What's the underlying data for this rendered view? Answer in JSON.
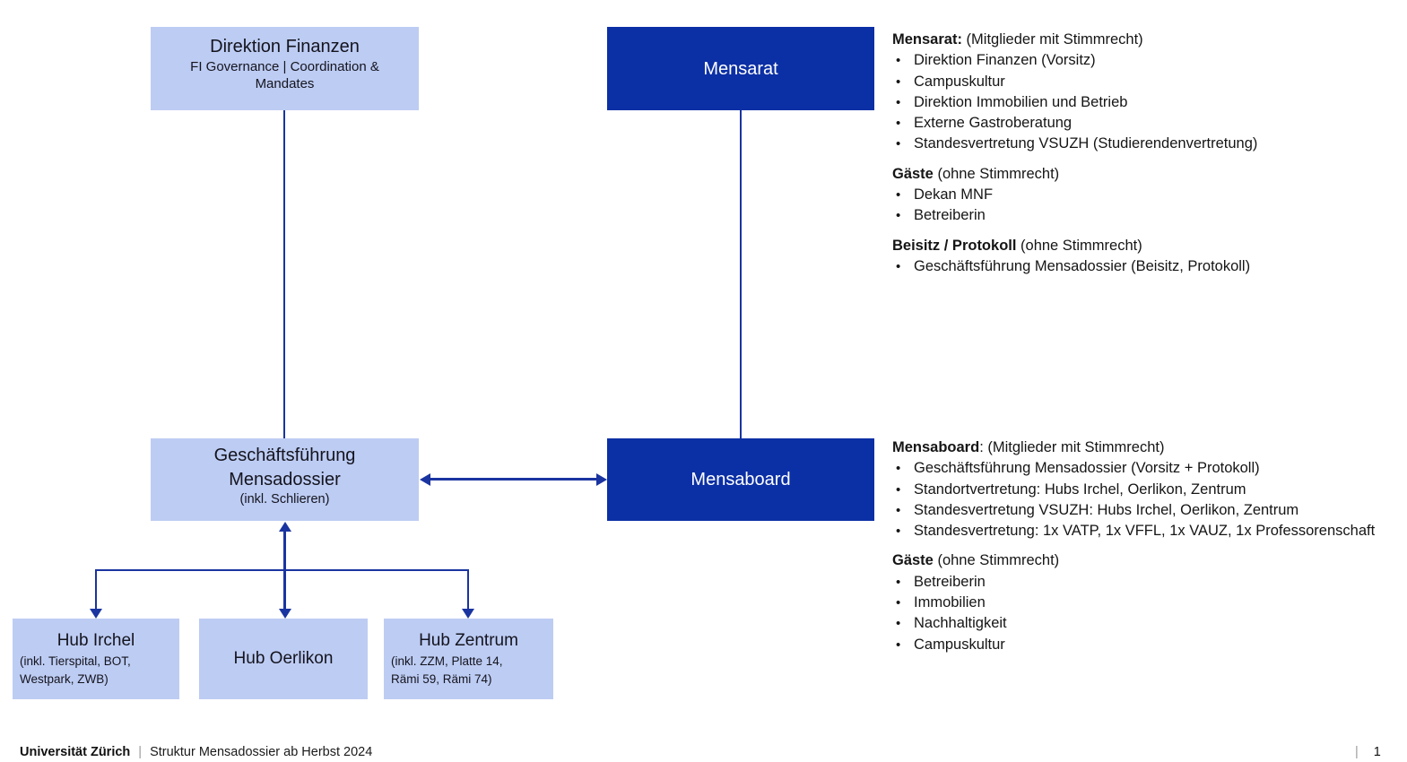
{
  "colors": {
    "dark_blue": "#0b2fa5",
    "light_blue": "#bdccf3",
    "line_blue": "#1a34a0",
    "text": "#151515",
    "divider_gray": "#9b9b9b"
  },
  "glyphs": {
    "bullet": "•"
  },
  "boxes": {
    "direktion_finanzen": {
      "title": "Direktion Finanzen",
      "subtitle": "FI Governance | Coordination &\nMandates"
    },
    "mensarat": {
      "title": "Mensarat"
    },
    "geschaeftsfuehrung": {
      "title": "Geschäftsführung\nMensadossier",
      "subtitle": "(inkl. Schlieren)"
    },
    "mensaboard": {
      "title": "Mensaboard"
    },
    "hub_irchel": {
      "title": "Hub Irchel",
      "subtitle": "(inkl. Tierspital, BOT,\nWestpark, ZWB)"
    },
    "hub_oerlikon": {
      "title": "Hub Oerlikon"
    },
    "hub_zentrum": {
      "title": "Hub Zentrum",
      "subtitle": "(inkl. ZZM, Platte 14,\nRämi 59, Rämi 74)"
    }
  },
  "panels": {
    "mensarat": {
      "sections": [
        {
          "heading_bold": "Mensarat:",
          "heading_rest": " (Mitglieder mit Stimmrecht)",
          "items": [
            "Direktion Finanzen (Vorsitz)",
            "Campuskultur",
            "Direktion Immobilien und Betrieb",
            "Externe Gastroberatung",
            "Standesvertretung VSUZH (Studierendenvertretung)"
          ]
        },
        {
          "heading_bold": "Gäste",
          "heading_rest": " (ohne Stimmrecht)",
          "items": [
            "Dekan MNF",
            "Betreiberin"
          ]
        },
        {
          "heading_bold": "Beisitz / Protokoll",
          "heading_rest": " (ohne Stimmrecht)",
          "items": [
            "Geschäftsführung Mensadossier (Beisitz, Protokoll)"
          ]
        }
      ]
    },
    "mensaboard": {
      "sections": [
        {
          "heading_bold": "Mensaboard",
          "heading_rest": ": (Mitglieder mit Stimmrecht)",
          "items": [
            "Geschäftsführung Mensadossier (Vorsitz + Protokoll)",
            "Standortvertretung: Hubs Irchel, Oerlikon, Zentrum",
            "Standesvertretung VSUZH: Hubs Irchel, Oerlikon, Zentrum",
            "Standesvertretung: 1x VATP, 1x VFFL, 1x VAUZ, 1x Professorenschaft"
          ]
        },
        {
          "heading_bold": "Gäste",
          "heading_rest": " (ohne Stimmrecht)",
          "items": [
            "Betreiberin",
            "Immobilien",
            "Nachhaltigkeit",
            "Campuskultur"
          ]
        }
      ]
    }
  },
  "footer": {
    "org": "Universität Zürich",
    "divider": "|",
    "slide_title": "Struktur Mensadossier ab Herbst 2024",
    "page_divider": "|",
    "page_number": "1"
  }
}
